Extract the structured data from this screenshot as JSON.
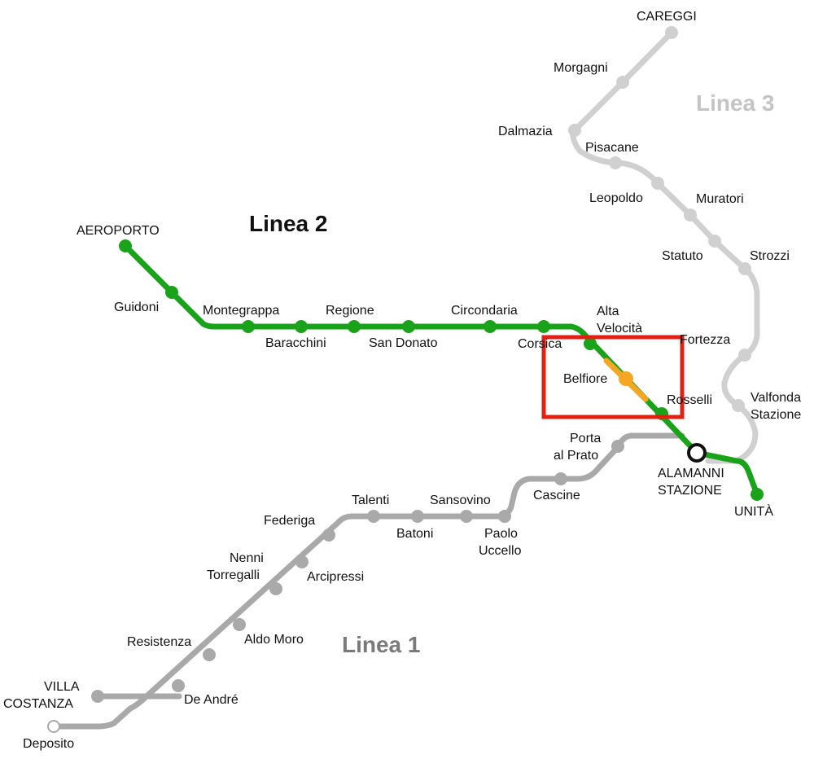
{
  "colors": {
    "linea1": "#a9a9a9",
    "linea2": "#1aa31a",
    "linea3": "#d0d0d0",
    "highlight_segment": "#f5a623",
    "highlight_box": "#e02010",
    "linea1_title": "#7a7a7a",
    "linea2_title": "#111111",
    "linea3_title": "#c4c4c4"
  },
  "lines": {
    "linea1": {
      "name": "Linea 1"
    },
    "linea2": {
      "name": "Linea 2"
    },
    "linea3": {
      "name": "Linea 3"
    }
  },
  "stations": {
    "careggi": "CAREGGI",
    "morgagni": "Morgagni",
    "dalmazia": "Dalmazia",
    "pisacane": "Pisacane",
    "leopoldo": "Leopoldo",
    "muratori": "Muratori",
    "statuto": "Statuto",
    "strozzi": "Strozzi",
    "fortezza": "Fortezza",
    "valfonda_1": "Valfonda",
    "valfonda_2": "Stazione",
    "aeroporto": "AEROPORTO",
    "guidoni": "Guidoni",
    "montegrappa": "Montegrappa",
    "baracchini": "Baracchini",
    "regione": "Regione",
    "san_donato": "San Donato",
    "circondaria": "Circondaria",
    "corsica": "Corsica",
    "alta_velocita_1": "Alta",
    "alta_velocita_2": "Velocità",
    "belfiore": "Belfiore",
    "rosselli": "Rosselli",
    "alamanni_1": "ALAMANNI",
    "alamanni_2": "STAZIONE",
    "unita": "UNITÀ",
    "porta_al_prato_1": "Porta",
    "porta_al_prato_2": "al Prato",
    "cascine": "Cascine",
    "sansovino": "Sansovino",
    "paolo_uccello_1": "Paolo",
    "paolo_uccello_2": "Uccello",
    "talenti": "Talenti",
    "batoni": "Batoni",
    "federiga": "Federiga",
    "arcipressi": "Arcipressi",
    "nenni_1": "Nenni",
    "nenni_2": "Torregalli",
    "aldo_moro": "Aldo Moro",
    "resistenza": "Resistenza",
    "de_andre": "De André",
    "villa_costanza_1": "VILLA",
    "villa_costanza_2": "COSTANZA",
    "deposito": "Deposito"
  }
}
